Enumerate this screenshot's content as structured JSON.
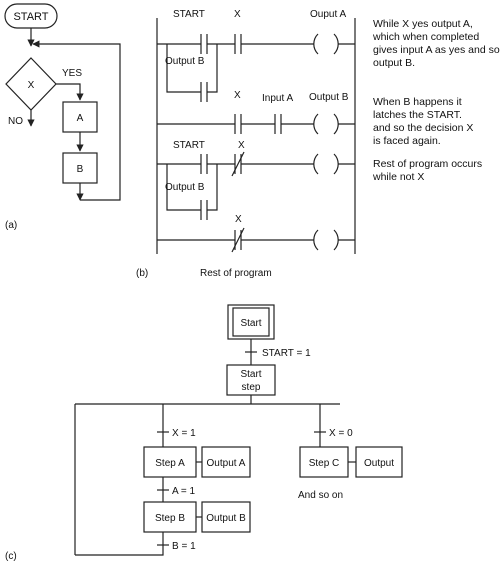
{
  "panel_a": {
    "label": "(a)",
    "start": "START",
    "decision": "X",
    "yes": "YES",
    "no": "NO",
    "step_a": "A",
    "step_b": "B"
  },
  "panel_b": {
    "label": "(b)",
    "rung1_start": "START",
    "rung1_x": "X",
    "rung1_output": "Ouput A",
    "rung1_branch": "Output B",
    "rung2_x": "X",
    "rung2_input": "Input A",
    "rung2_output": "Output B",
    "rung3_start": "START",
    "rung3_x": "X",
    "rung3_branch": "Output B",
    "rung4_x": "X",
    "footer": "Rest of program",
    "note1": [
      "While X yes output A,",
      "which when completed",
      "gives input A as yes and so",
      "output B."
    ],
    "note2": [
      "When B happens it",
      "latches the START.",
      "and so the decision X",
      "is faced again."
    ],
    "note3": [
      "Rest of program occurs",
      "while not X"
    ]
  },
  "panel_c": {
    "label": "(c)",
    "start": "Start",
    "t_start": "START = 1",
    "start_step": [
      "Start",
      "step"
    ],
    "t_x1": "X = 1",
    "t_x0": "X = 0",
    "step_a": "Step A",
    "out_a": "Output A",
    "step_c": "Step C",
    "out_c": "Output",
    "t_a1": "A = 1",
    "step_b": "Step B",
    "out_b": "Output B",
    "t_b1": "B = 1",
    "and_so_on": "And so on"
  }
}
